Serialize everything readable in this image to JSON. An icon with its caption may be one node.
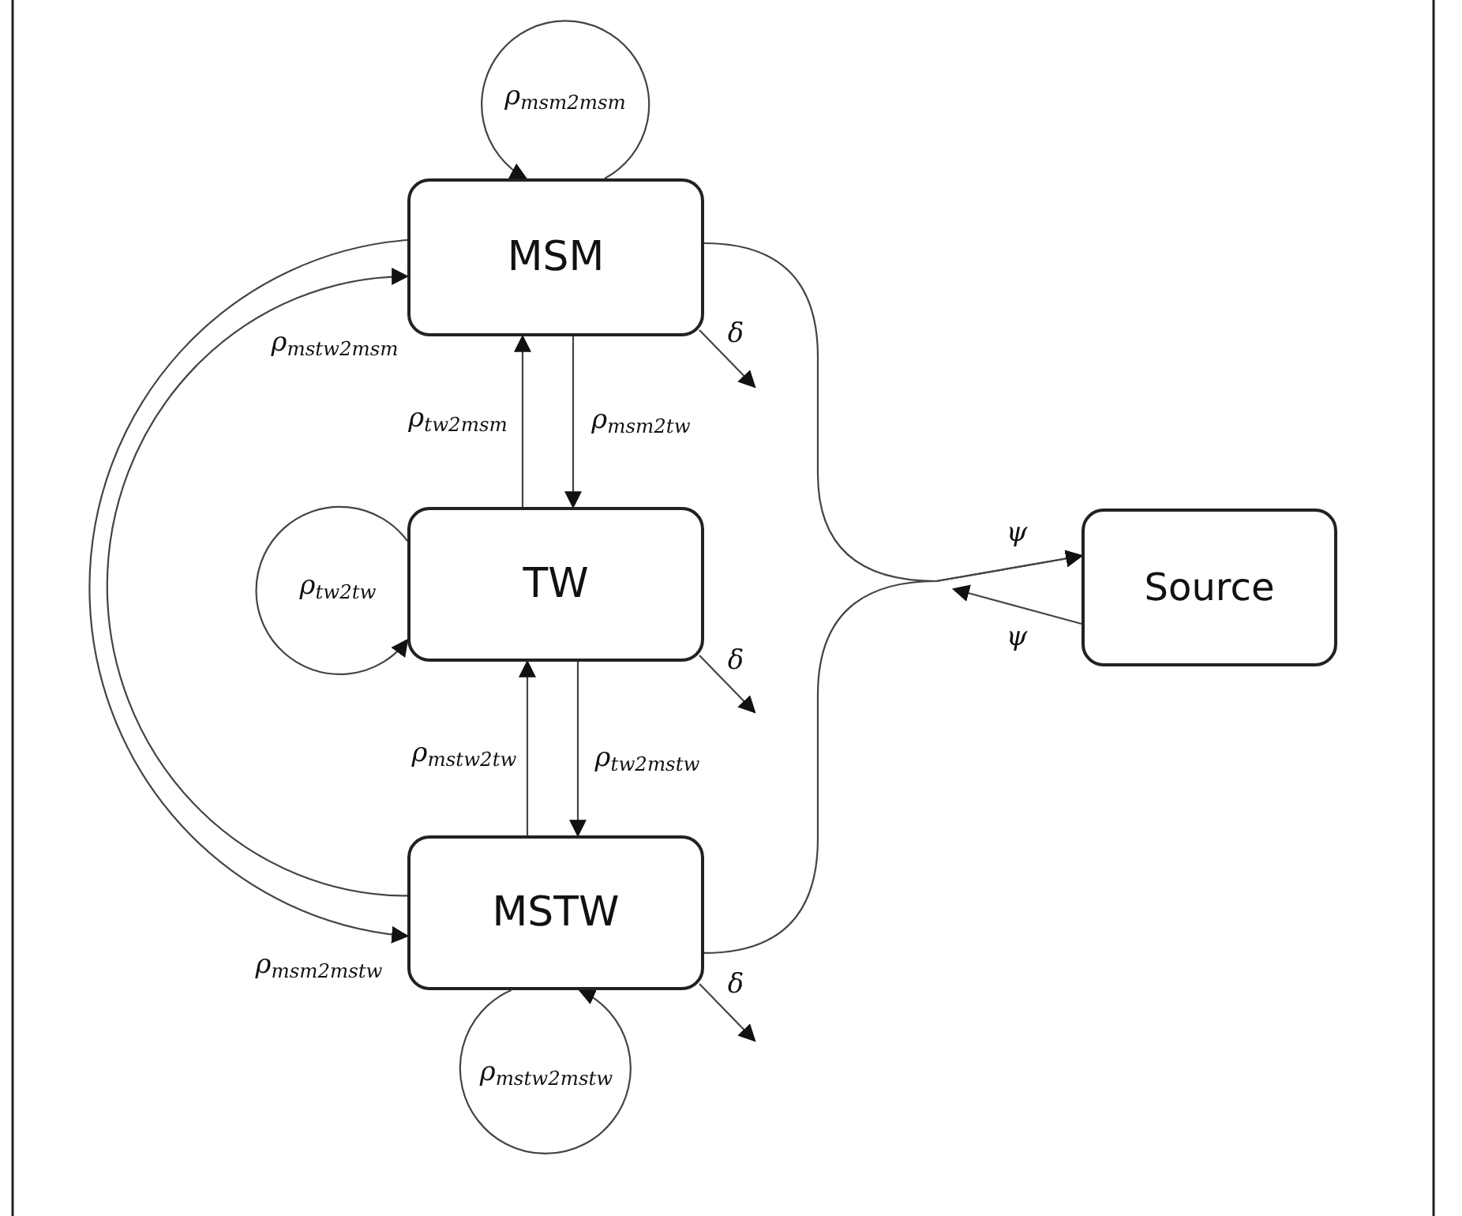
{
  "diagram": {
    "nodes": [
      {
        "text": [
          "MSM"
        ]
      },
      {
        "text": [
          "TW"
        ]
      },
      {
        "text": [
          "MSTW"
        ]
      },
      {
        "text": [
          "Source"
        ]
      }
    ],
    "edges": [
      {
        "from": 0,
        "to": 0,
        "arrow": "to",
        "label": "ρ$_{msm2msm}$"
      },
      {
        "from": 1,
        "to": 1,
        "arrow": "to",
        "label": "ρ$_{tw2tw}$"
      },
      {
        "from": 2,
        "to": 2,
        "arrow": "to",
        "label": "ρ$_{mstw2mstw}$"
      },
      {
        "from": 1,
        "to": 0,
        "arrow": "to",
        "label": "ρ$_{tw2msm}$"
      },
      {
        "from": 0,
        "to": 1,
        "arrow": "to",
        "label": "ρ$_{msm2tw}$"
      },
      {
        "from": 2,
        "to": 1,
        "arrow": "to",
        "label": "ρ$_{mstw2tw}$"
      },
      {
        "from": 1,
        "to": 2,
        "arrow": "to",
        "label": "ρ$_{tw2mstw}$"
      },
      {
        "from": 2,
        "to": 0,
        "arrow": "to",
        "label": "ρ$_{mstw2msm}$"
      },
      {
        "from": 0,
        "to": 2,
        "arrow": "to",
        "label": "ρ$_{msm2mstw}$"
      },
      {
        "from": 0,
        "to": null,
        "arrow": "to",
        "label": "δ"
      },
      {
        "from": 1,
        "to": null,
        "arrow": "to",
        "label": "δ"
      },
      {
        "from": 2,
        "to": null,
        "arrow": "to",
        "label": "δ"
      },
      {
        "from": 0,
        "to": 3,
        "arrow": "to",
        "label": "ψ"
      },
      {
        "from": 2,
        "to": 3,
        "arrow": "to"
      },
      {
        "from": 3,
        "to": null,
        "arrow": "to",
        "label": "ψ"
      }
    ]
  }
}
